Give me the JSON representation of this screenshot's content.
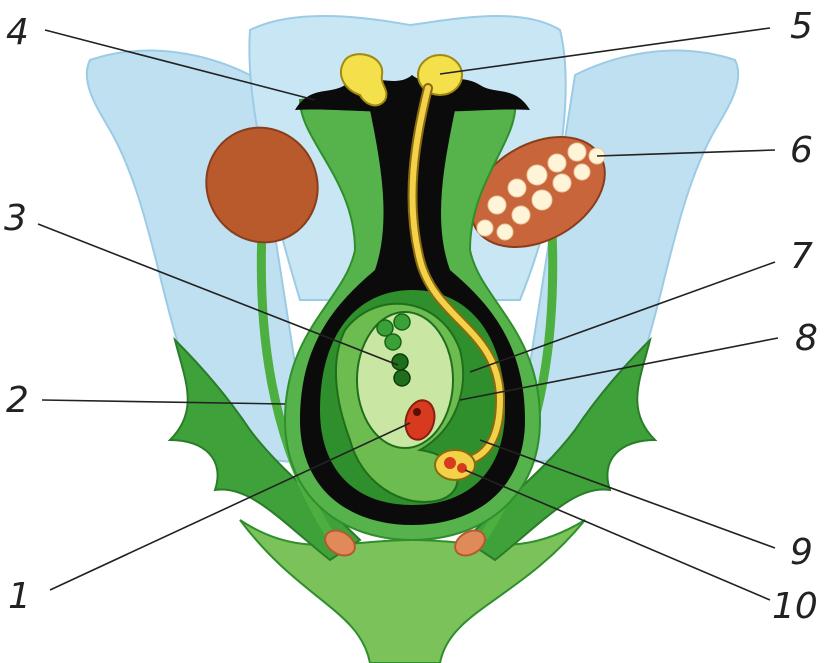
{
  "diagram": {
    "labels": {
      "l1": "1",
      "l2": "2",
      "l3": "3",
      "l4": "4",
      "l5": "5",
      "l6": "6",
      "l7": "7",
      "l8": "8",
      "l9": "9",
      "l10": "10"
    },
    "colors": {
      "petal": "#bfe0f1",
      "petal_edge": "#9ccbe6",
      "green_dark": "#2f8f2c",
      "green_light": "#7cc25a",
      "ovary_black": "#0b0b0b",
      "pollen_yellow": "#f3e04a",
      "anther_brown": "#b85a2c",
      "egg_red": "#d83a1f"
    }
  }
}
